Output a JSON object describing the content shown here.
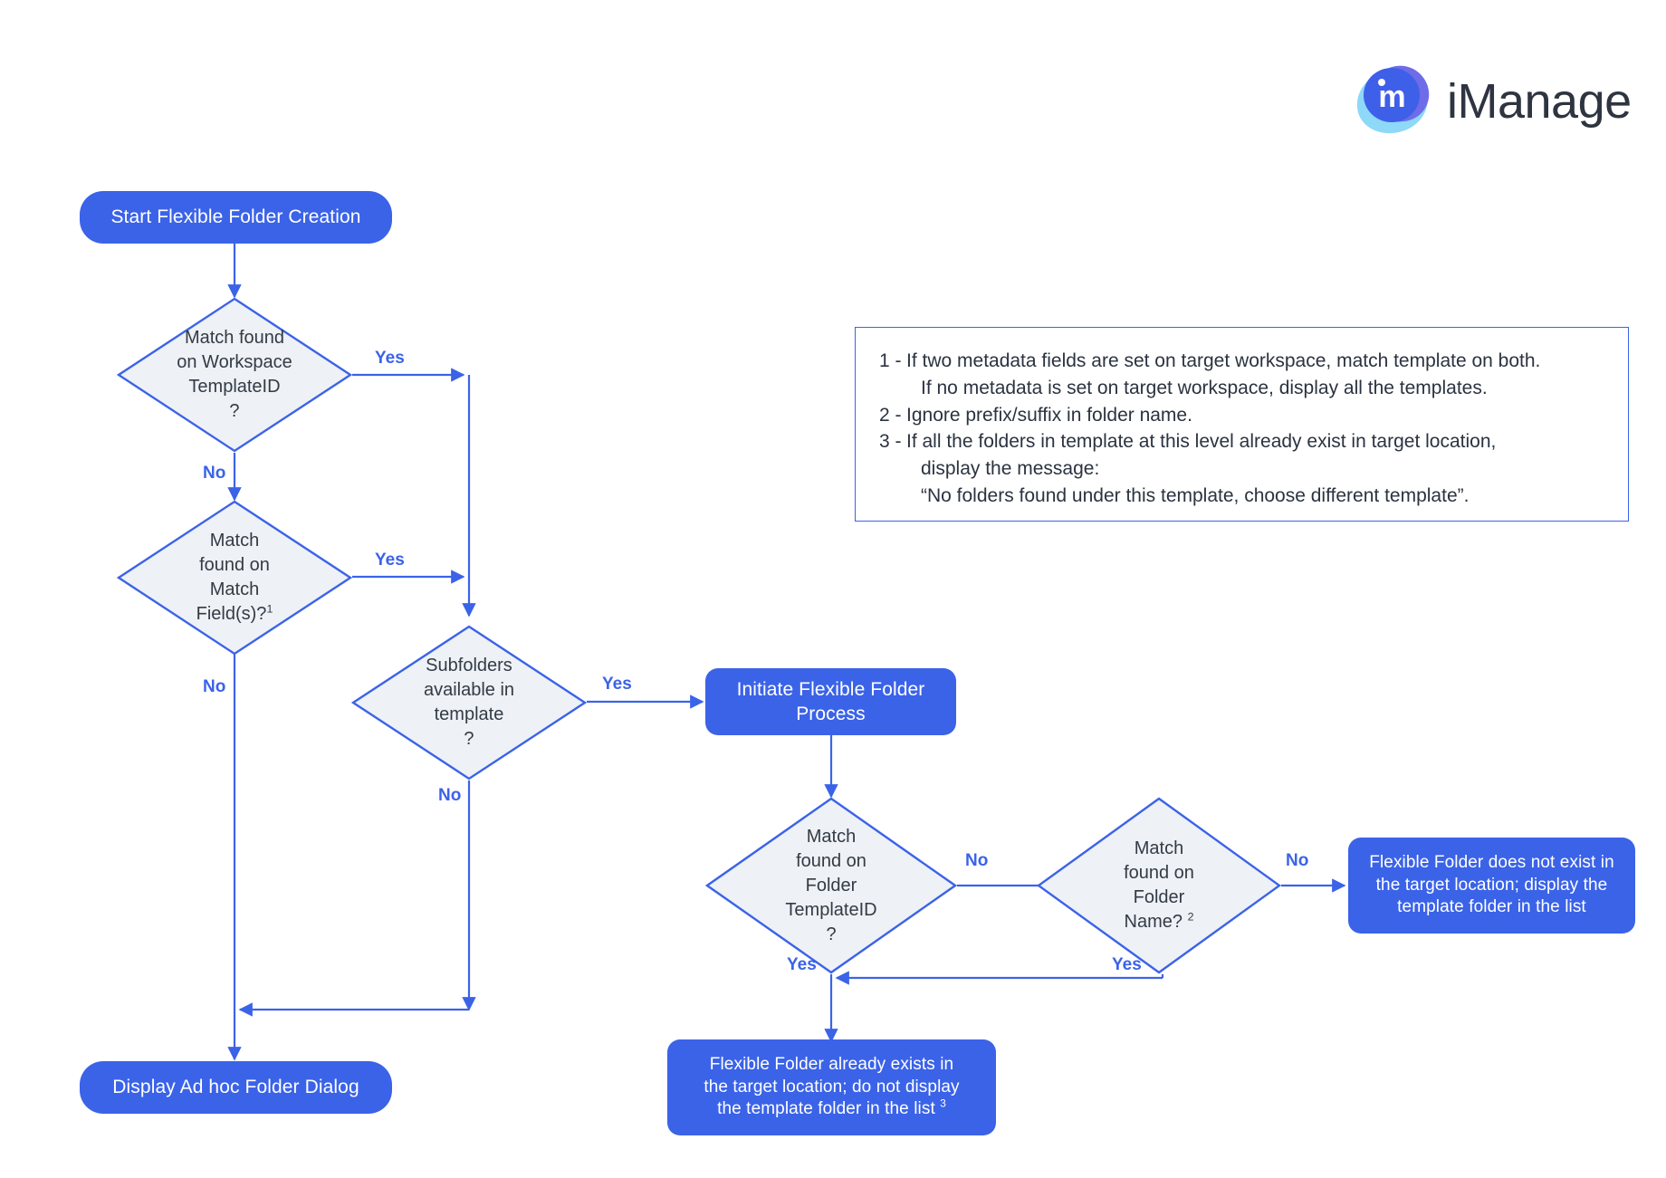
{
  "brand": {
    "name": "iManage",
    "logo_glyph": "m",
    "mark_color": "#3E5FE8",
    "accent_color": "#8ED8F8",
    "text_color": "#2E3440"
  },
  "theme": {
    "process_fill": "#3B63E8",
    "process_text": "#FFFFFF",
    "decision_fill": "#EEF1F5",
    "decision_stroke": "#3B63E8",
    "decision_text": "#333B45",
    "edge_color": "#3B63E8",
    "edge_label_color": "#3B63E8",
    "canvas_background": "#FFFFFF"
  },
  "chart_data": {
    "type": "diagram",
    "title": "Flexible Folder Creation flowchart",
    "nodes": [
      {
        "id": "start",
        "kind": "terminator",
        "label": "Start Flexible Folder Creation"
      },
      {
        "id": "d_ws_template",
        "kind": "decision",
        "label": "Match found on Workspace TemplateID ?"
      },
      {
        "id": "d_match_fields",
        "kind": "decision",
        "label": "Match found on Match Field(s)?",
        "superscript": "1"
      },
      {
        "id": "d_subfolders",
        "kind": "decision",
        "label": "Subfolders available in template ?"
      },
      {
        "id": "p_initiate",
        "kind": "process",
        "label": "Initiate Flexible Folder Process"
      },
      {
        "id": "d_folder_tid",
        "kind": "decision",
        "label": "Match found on Folder TemplateID ?"
      },
      {
        "id": "d_folder_name",
        "kind": "decision",
        "label": "Match found on Folder Name?",
        "superscript": "2"
      },
      {
        "id": "p_not_exist",
        "kind": "process",
        "label": "Flexible Folder does not exist in the target location; display the template folder in the list"
      },
      {
        "id": "p_already",
        "kind": "process",
        "label": "Flexible Folder already exists in the target location; do not display the template folder in the list",
        "superscript": "3"
      },
      {
        "id": "p_adhoc",
        "kind": "terminator",
        "label": "Display Ad hoc Folder Dialog"
      }
    ],
    "edges": [
      {
        "from": "start",
        "to": "d_ws_template",
        "label": ""
      },
      {
        "from": "d_ws_template",
        "to": "d_subfolders",
        "label": "Yes"
      },
      {
        "from": "d_ws_template",
        "to": "d_match_fields",
        "label": "No"
      },
      {
        "from": "d_match_fields",
        "to": "d_subfolders",
        "label": "Yes"
      },
      {
        "from": "d_match_fields",
        "to": "p_adhoc",
        "label": "No"
      },
      {
        "from": "d_subfolders",
        "to": "p_initiate",
        "label": "Yes"
      },
      {
        "from": "d_subfolders",
        "to": "p_adhoc",
        "label": "No"
      },
      {
        "from": "p_initiate",
        "to": "d_folder_tid",
        "label": ""
      },
      {
        "from": "d_folder_tid",
        "to": "d_folder_name",
        "label": "No"
      },
      {
        "from": "d_folder_tid",
        "to": "p_already",
        "label": "Yes"
      },
      {
        "from": "d_folder_name",
        "to": "p_not_exist",
        "label": "No"
      },
      {
        "from": "d_folder_name",
        "to": "p_already",
        "label": "Yes"
      }
    ]
  },
  "nodes": {
    "start": {
      "label": "Start Flexible Folder Creation"
    },
    "d_ws_template": {
      "line1": "Match found",
      "line2": "on Workspace",
      "line3": "TemplateID",
      "line4": "?"
    },
    "d_match_fields": {
      "line1": "Match",
      "line2": "found on",
      "line3": "Match",
      "line4": "Field(s)?",
      "sup": "1"
    },
    "d_subfolders": {
      "line1": "Subfolders",
      "line2": "available in",
      "line3": "template",
      "line4": "?"
    },
    "p_initiate": {
      "line1": "Initiate Flexible Folder",
      "line2": "Process"
    },
    "d_folder_tid": {
      "line1": "Match",
      "line2": "found on",
      "line3": "Folder",
      "line4": "TemplateID",
      "line5": "?"
    },
    "d_folder_name": {
      "line1": "Match",
      "line2": "found on",
      "line3": "Folder",
      "line4": "Name?",
      "sup": "2"
    },
    "p_not_exist": {
      "line1": "Flexible Folder does not exist in",
      "line2": "the target location; display the",
      "line3": "template folder in the list"
    },
    "p_already": {
      "line1": "Flexible Folder already exists in",
      "line2": "the target location; do not display",
      "line3": "the template folder in the list",
      "sup": "3"
    },
    "p_adhoc": {
      "label": "Display Ad hoc Folder Dialog"
    }
  },
  "edge_labels": {
    "ws_yes": "Yes",
    "ws_no": "No",
    "mf_yes": "Yes",
    "mf_no": "No",
    "sub_yes": "Yes",
    "sub_no": "No",
    "ftid_no": "No",
    "ftid_yes": "Yes",
    "fname_no": "No",
    "fname_yes": "Yes"
  },
  "notes": {
    "items": [
      {
        "num": "1 -",
        "line1": "If two metadata fields are set on target workspace, match template on both.",
        "line2": "If no metadata is set on target workspace, display all the templates."
      },
      {
        "num": "2 -",
        "line1": "Ignore prefix/suffix in folder name.",
        "line2": ""
      },
      {
        "num": "3 -",
        "line1": "If all the folders in template at this level already exist in target location,",
        "line2": "display the message:",
        "line3": "“No folders found under this template, choose different template”."
      }
    ]
  }
}
